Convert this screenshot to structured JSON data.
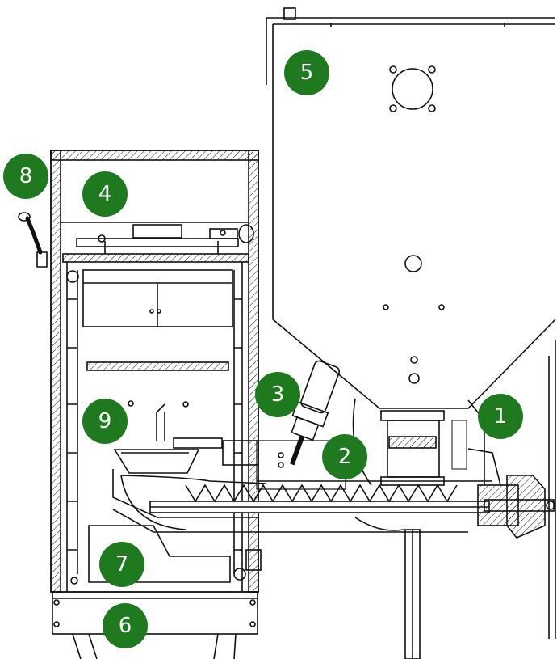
{
  "diagram": {
    "callout_color": "#1f7a1f",
    "line_color": "#111111",
    "callouts": [
      {
        "id": "c1",
        "label": "1"
      },
      {
        "id": "c2",
        "label": "2"
      },
      {
        "id": "c3",
        "label": "3"
      },
      {
        "id": "c4",
        "label": "4"
      },
      {
        "id": "c5",
        "label": "5"
      },
      {
        "id": "c6",
        "label": "6"
      },
      {
        "id": "c7",
        "label": "7"
      },
      {
        "id": "c8",
        "label": "8"
      },
      {
        "id": "c9",
        "label": "9"
      }
    ]
  }
}
